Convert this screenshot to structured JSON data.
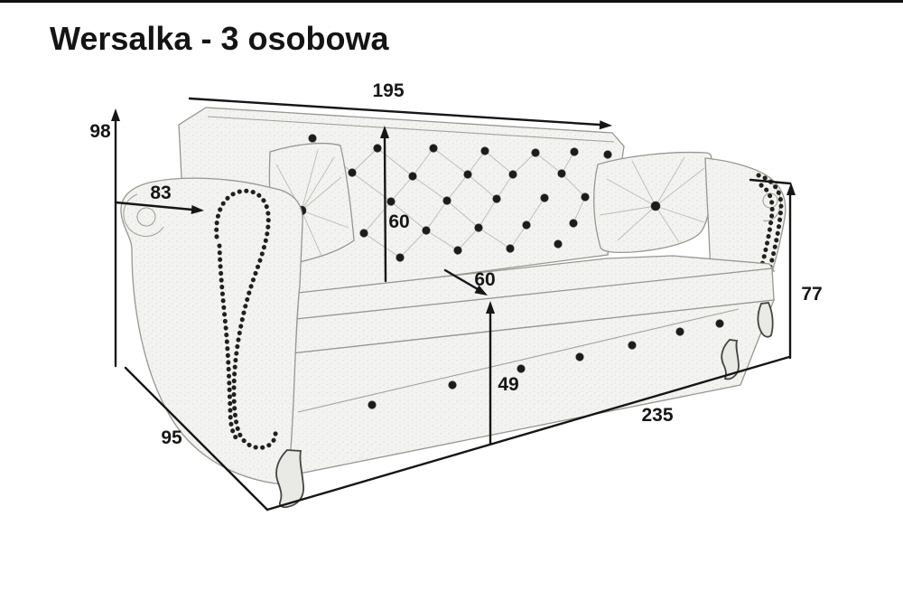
{
  "page": {
    "title": "Wersalka - 3 osobowa"
  },
  "dimensions": {
    "top_width": "195",
    "back_height": "98",
    "arm_depth": "83",
    "backrest_height": "60",
    "seat_depth": "60",
    "seat_height": "49",
    "total_length": "235",
    "side_depth": "95",
    "arm_height": "77"
  },
  "colors": {
    "dimension_line": "#161616",
    "sketch_outline": "#97978f",
    "fabric_fill": "#f3f3f1",
    "button": "#1c1c1a",
    "background": "#ffffff",
    "top_border": "#101010"
  }
}
